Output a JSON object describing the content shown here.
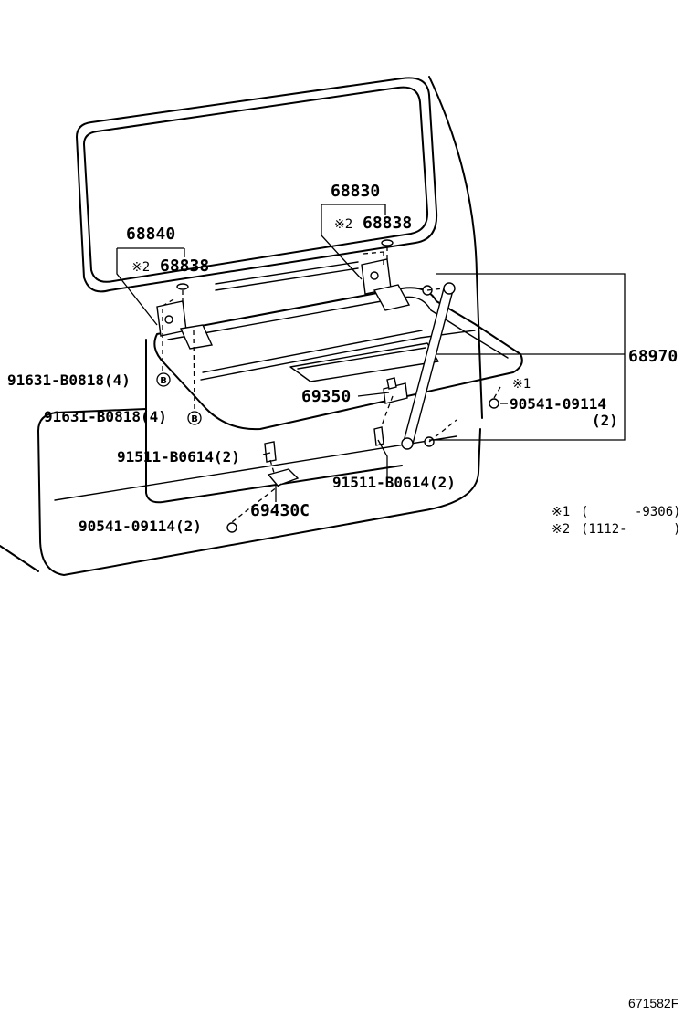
{
  "labels": {
    "p68830": "68830",
    "p68838_right": "68838",
    "p68840": "68840",
    "p68838_left": "68838",
    "p68970": "68970",
    "p69350": "69350",
    "p90541_right": "90541-09114",
    "p90541_right_qty": "(2)",
    "p91631_a": "91631-B0818(4)",
    "p91631_b": "91631-B0818(4)",
    "p91511_left": "91511-B0614(2)",
    "p91511_right": "91511-B0614(2)",
    "p69430C": "69430C",
    "p90541_left": "90541-09114(2)"
  },
  "marks": {
    "ref2_right": "※2",
    "ref2_left": "※2",
    "ref1": "※1",
    "circle_b": "B"
  },
  "notes": {
    "note1_mark": "※1",
    "note1_text": "(      -9306)",
    "note2_mark": "※2",
    "note2_text": "(1112-      )"
  },
  "diagram_code": "671582F"
}
